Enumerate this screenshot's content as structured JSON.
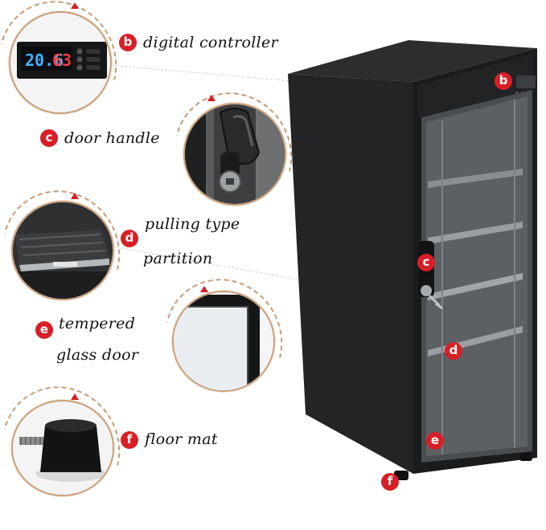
{
  "features": [
    {
      "letter": "b",
      "label": "digital controller"
    },
    {
      "letter": "c",
      "label": "door handle"
    },
    {
      "letter": "d",
      "label": "pulling type",
      "label2": "partition"
    },
    {
      "letter": "e",
      "label": "tempered",
      "label2": "glass door"
    },
    {
      "letter": "f",
      "label": "floor mat"
    }
  ],
  "controller_display": {
    "temperature": "20.6",
    "humidity": "63"
  },
  "cabinet_markers": [
    "b",
    "c",
    "d",
    "e",
    "f"
  ],
  "colors": {
    "badge": "#d81f26",
    "cabinet": "#232527",
    "display_blue": "#3fb4ff",
    "display_red": "#ff3b3b"
  }
}
